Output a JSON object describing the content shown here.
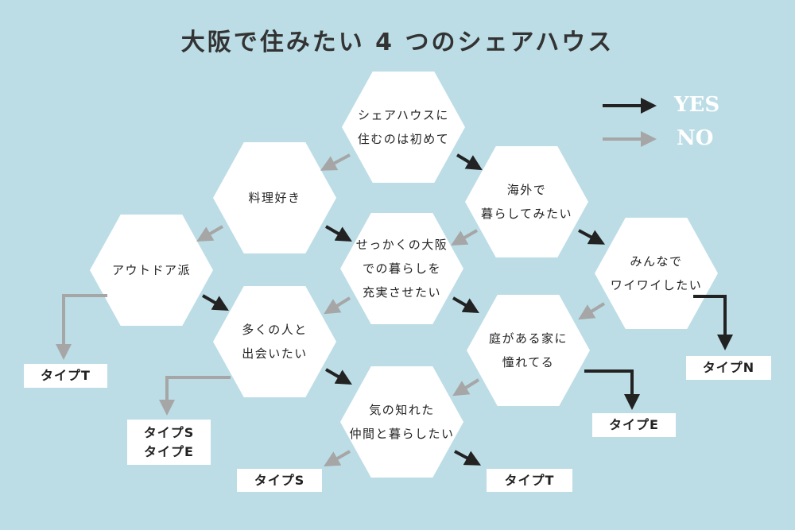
{
  "title": "大阪で住みたい 4 つのシェアハウス",
  "legend": {
    "yes": "YES",
    "no": "NO"
  },
  "colors": {
    "background": "#bcdde6",
    "yes_arrow": "#222222",
    "no_arrow": "#a6a6a6"
  },
  "questions": [
    "シェアハウスに\n住むのは初めて",
    "料理好き",
    "海外で\n暮らしてみたい",
    "アウトドア派",
    "せっかくの大阪\nでの暮らしを\n充実させたい",
    "みんなで\nワイワイしたい",
    "多くの人と\n出会いたい",
    "庭がある家に\n憧れてる",
    "気の知れた\n仲間と暮らしたい"
  ],
  "results": [
    "タイプT",
    "タイプS\nタイプE",
    "タイプS",
    "タイプT",
    "タイプE",
    "タイプN"
  ]
}
